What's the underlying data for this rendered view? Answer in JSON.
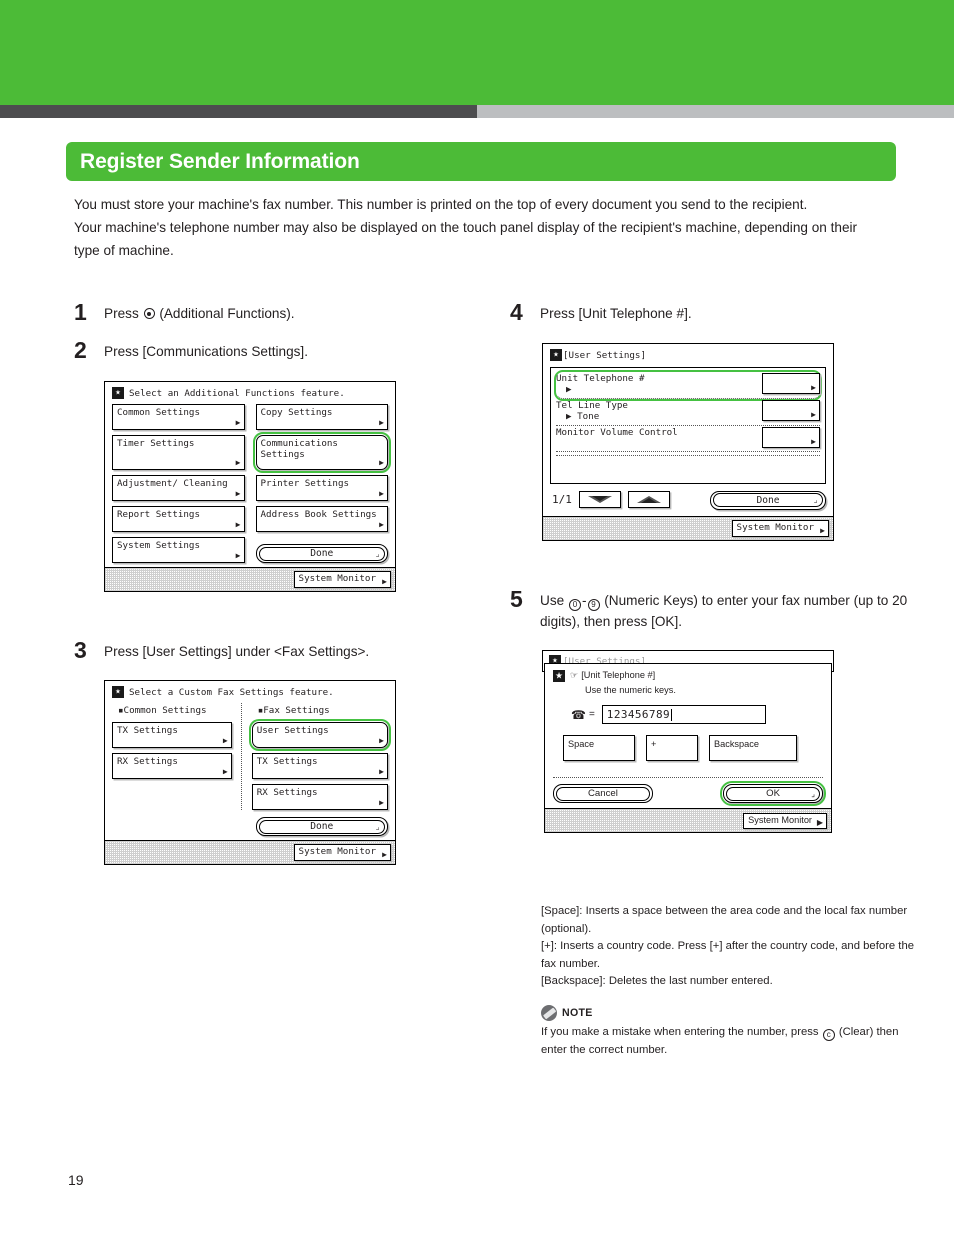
{
  "page": {
    "title": "Register Sender Information",
    "page_number": "19",
    "intro": [
      "You must store your machine's fax number. This number is printed on the top of every document you send to the recipient.",
      "Your machine's telephone number may also be displayed on the touch panel display of the recipient's machine, depending on their type of machine."
    ]
  },
  "steps": {
    "s1": {
      "num": "1",
      "text_before": "Press",
      "icon": "additional-functions-icon",
      "text_after": "(Additional Functions)."
    },
    "s2": {
      "num": "2",
      "text": "Press [Communications Settings]."
    },
    "s3": {
      "num": "3",
      "text": "Press [User Settings] under <Fax Settings>."
    },
    "s4": {
      "num": "4",
      "text": "Press [Unit Telephone #]."
    },
    "s5": {
      "num": "5",
      "text_before": "Use",
      "key_from": "0",
      "key_dash": "-",
      "key_to": "9",
      "text_after": "(Numeric Keys) to enter your fax number (up to 20 digits), then press [OK]."
    }
  },
  "lcd2": {
    "header": "Select an Additional Functions feature.",
    "icon": "additional-functions-icon",
    "buttons": [
      {
        "label": "Common Settings",
        "highlighted": false
      },
      {
        "label": "Copy Settings",
        "highlighted": false
      },
      {
        "label": "Timer Settings",
        "highlighted": false
      },
      {
        "label": "Communications Settings",
        "highlighted": true
      },
      {
        "label": "Adjustment/ Cleaning",
        "highlighted": false
      },
      {
        "label": "Printer Settings",
        "highlighted": false
      },
      {
        "label": "Report Settings",
        "highlighted": false
      },
      {
        "label": "Address Book Settings",
        "highlighted": false
      },
      {
        "label": "System Settings",
        "highlighted": false
      }
    ],
    "done": "Done",
    "system_monitor": "System Monitor"
  },
  "lcd3": {
    "header": "Select a Custom Fax Settings feature.",
    "icon": "additional-functions-icon",
    "group_left": "Common Settings",
    "group_right": "Fax Settings",
    "left_buttons": [
      {
        "label": "TX Settings"
      },
      {
        "label": "RX Settings"
      }
    ],
    "right_buttons": [
      {
        "label": "User Settings",
        "highlighted": true
      },
      {
        "label": "TX Settings",
        "highlighted": false
      },
      {
        "label": "RX Settings",
        "highlighted": false
      }
    ],
    "done": "Done",
    "system_monitor": "System Monitor"
  },
  "lcd4": {
    "header": "[User Settings]",
    "icon": "additional-functions-icon",
    "rows": [
      {
        "label": "Unit Telephone #",
        "value": "",
        "highlighted": true
      },
      {
        "label": "Tel Line Type",
        "value": "Tone",
        "highlighted": false
      },
      {
        "label": "Monitor Volume Control",
        "value": "",
        "highlighted": false
      }
    ],
    "pager": "1/1",
    "nav_down": "down-arrow-icon",
    "nav_up": "up-arrow-icon",
    "done": "Done",
    "system_monitor": "System Monitor"
  },
  "lcd5": {
    "background_header": "[User Settings]",
    "header": "[Unit Telephone #]",
    "subheader": "Use the numeric keys.",
    "phone_icon": "telephone-icon",
    "equals": "=",
    "value": "123456789",
    "keys": [
      {
        "label": "Space"
      },
      {
        "label": "+"
      },
      {
        "label": "Backspace"
      }
    ],
    "cancel": "Cancel",
    "ok": "OK",
    "system_monitor": "System Monitor"
  },
  "notes": {
    "lines": [
      "[Space]: Inserts a space between the area code and the local fax number (optional).",
      "[+]: Inserts a country code. Press [+] after the country code, and before the fax number.",
      "[Backspace]: Deletes the last number entered."
    ],
    "note_label": "NOTE",
    "note_text_before": "If you make a mistake when entering the number, press",
    "note_icon": "clear-key-icon",
    "note_text_after": "(Clear) then enter the correct number."
  },
  "colors": {
    "brand_green": "#4cbb37",
    "highlight_green": "#45c142",
    "band_dark": "#4d4d4f",
    "band_light": "#bcbec0"
  }
}
